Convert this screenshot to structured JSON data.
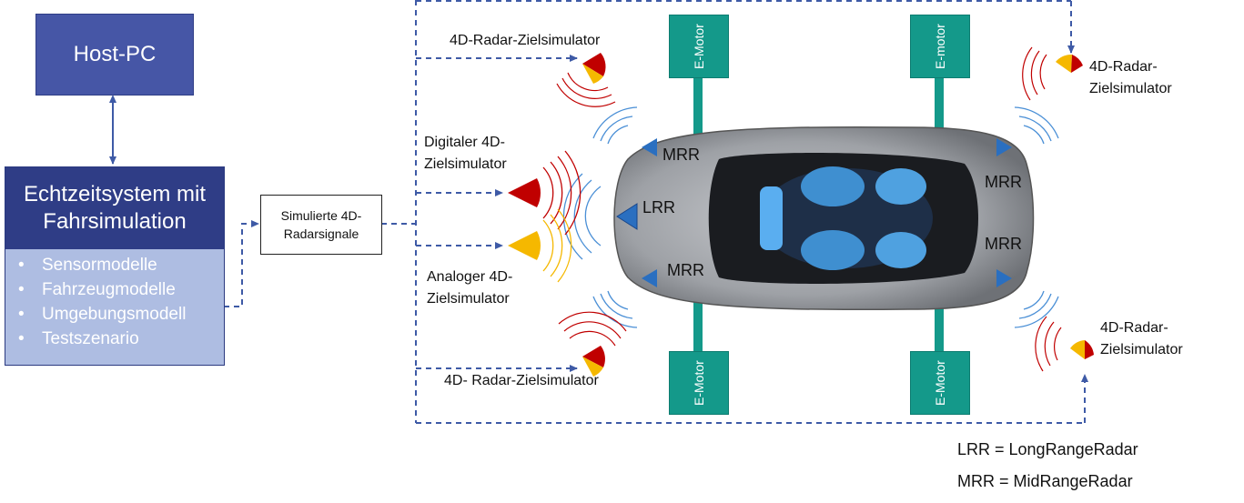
{
  "host_pc": {
    "label": "Host-PC"
  },
  "realtime_system": {
    "title_line1": "Echtzeitsystem mit",
    "title_line2": "Fahrsimulation",
    "items": [
      "Sensormodelle",
      "Fahrzeugmodelle",
      "Umgebungsmodell",
      "Testszenario"
    ]
  },
  "simulated_signals": {
    "line1": "Simulierte 4D-",
    "line2": "Radarsignale"
  },
  "simulators": {
    "top_left": "4D-Radar-Zielsimulator",
    "digital_line1": "Digitaler 4D-",
    "digital_line2": "Zielsimulator",
    "analog_line1": "Analoger 4D-",
    "analog_line2": "Zielsimulator",
    "bottom_left": "4D- Radar-Zielsimulator",
    "top_right_line1": "4D-Radar-",
    "top_right_line2": "Zielsimulator",
    "bottom_right_line1": "4D-Radar-",
    "bottom_right_line2": "Zielsimulator"
  },
  "motors": {
    "top_front_line1": "E-",
    "top_front_line2": "Motor",
    "top_rear_line1": "E-",
    "top_rear_line2": "motor",
    "bottom_front_line1": "E-",
    "bottom_front_line2": "Motor",
    "bottom_rear_line1": "E-",
    "bottom_rear_line2": "Motor"
  },
  "radar_tags": {
    "lrr": "LRR",
    "mrr_front_left": "MRR",
    "mrr_front_right": "MRR",
    "mrr_rear_left": "MRR",
    "mrr_rear_right": "MRR"
  },
  "legend": {
    "lrr": "LRR = LongRangeRadar",
    "mrr": "MRR = MidRangeRadar"
  },
  "colors": {
    "host_fill": "#4656a6",
    "realtime_head": "#2f3d86",
    "realtime_body": "#aebde2",
    "motor": "#14998a",
    "connector": "#3e5aa6",
    "radar_red": "#c00000",
    "radar_yellow": "#f5b800",
    "sensor_blue": "#2a6fc0",
    "car_body": "#8f9296"
  }
}
